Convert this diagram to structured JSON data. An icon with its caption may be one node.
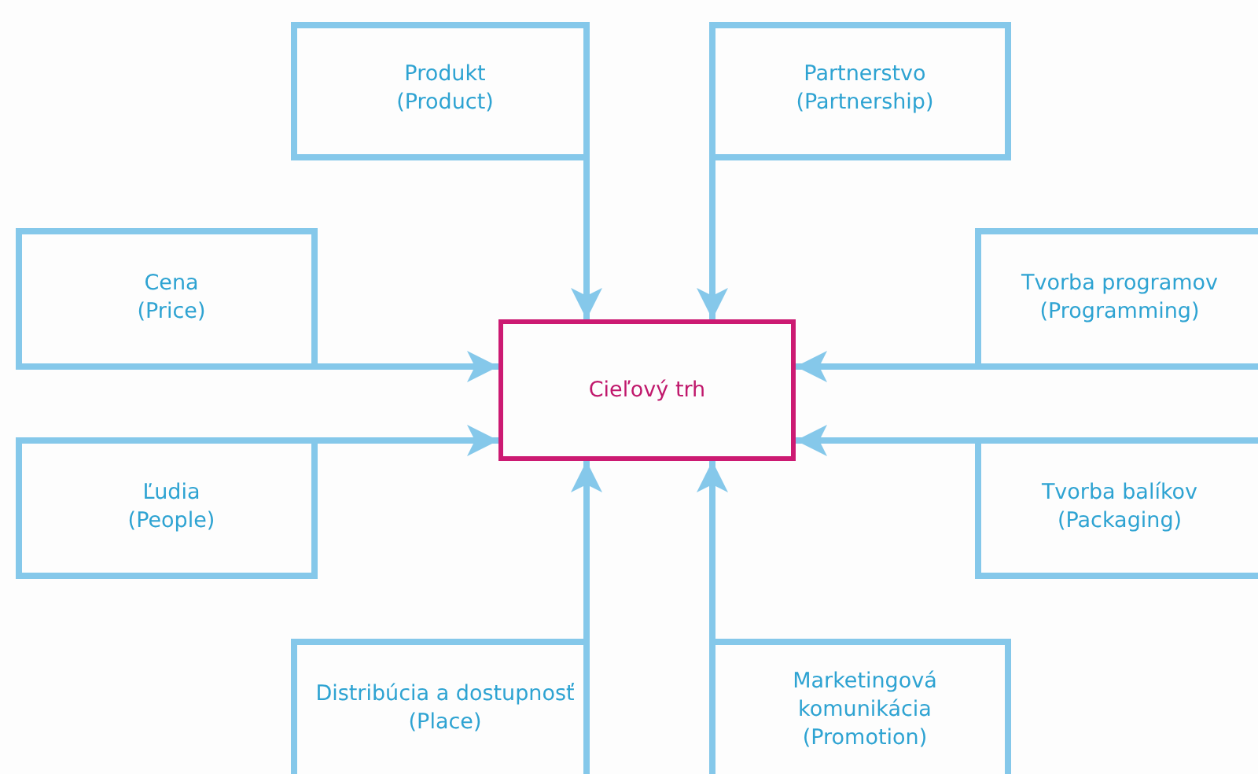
{
  "diagram": {
    "nodes": [
      {
        "text": [
          "Cieľový trh"
        ]
      },
      {
        "text": [
          "Produkt",
          "(Product)"
        ]
      },
      {
        "text": [
          "Partnerstvo",
          "(Partnership)"
        ]
      },
      {
        "text": [
          "Cena",
          "(Price)"
        ]
      },
      {
        "text": [
          "Tvorba programov",
          "(Programming)"
        ]
      },
      {
        "text": [
          "Ľudia",
          "(People)"
        ]
      },
      {
        "text": [
          "Tvorba balíkov",
          "(Packaging)"
        ]
      },
      {
        "text": [
          "Distribúcia a dostupnosť",
          "(Place)"
        ]
      },
      {
        "text": [
          "Marketingová komunikácia",
          "(Promotion)"
        ]
      }
    ],
    "edges": [
      {
        "from": 1,
        "to": 0,
        "arrow": "to"
      },
      {
        "from": 2,
        "to": 0,
        "arrow": "to"
      },
      {
        "from": 3,
        "to": 0,
        "arrow": "to"
      },
      {
        "from": 4,
        "to": 0,
        "arrow": "to"
      },
      {
        "from": 5,
        "to": 0,
        "arrow": "to"
      },
      {
        "from": 6,
        "to": 0,
        "arrow": "to"
      },
      {
        "from": 7,
        "to": 0,
        "arrow": "to"
      },
      {
        "from": 8,
        "to": 0,
        "arrow": "to"
      }
    ]
  }
}
